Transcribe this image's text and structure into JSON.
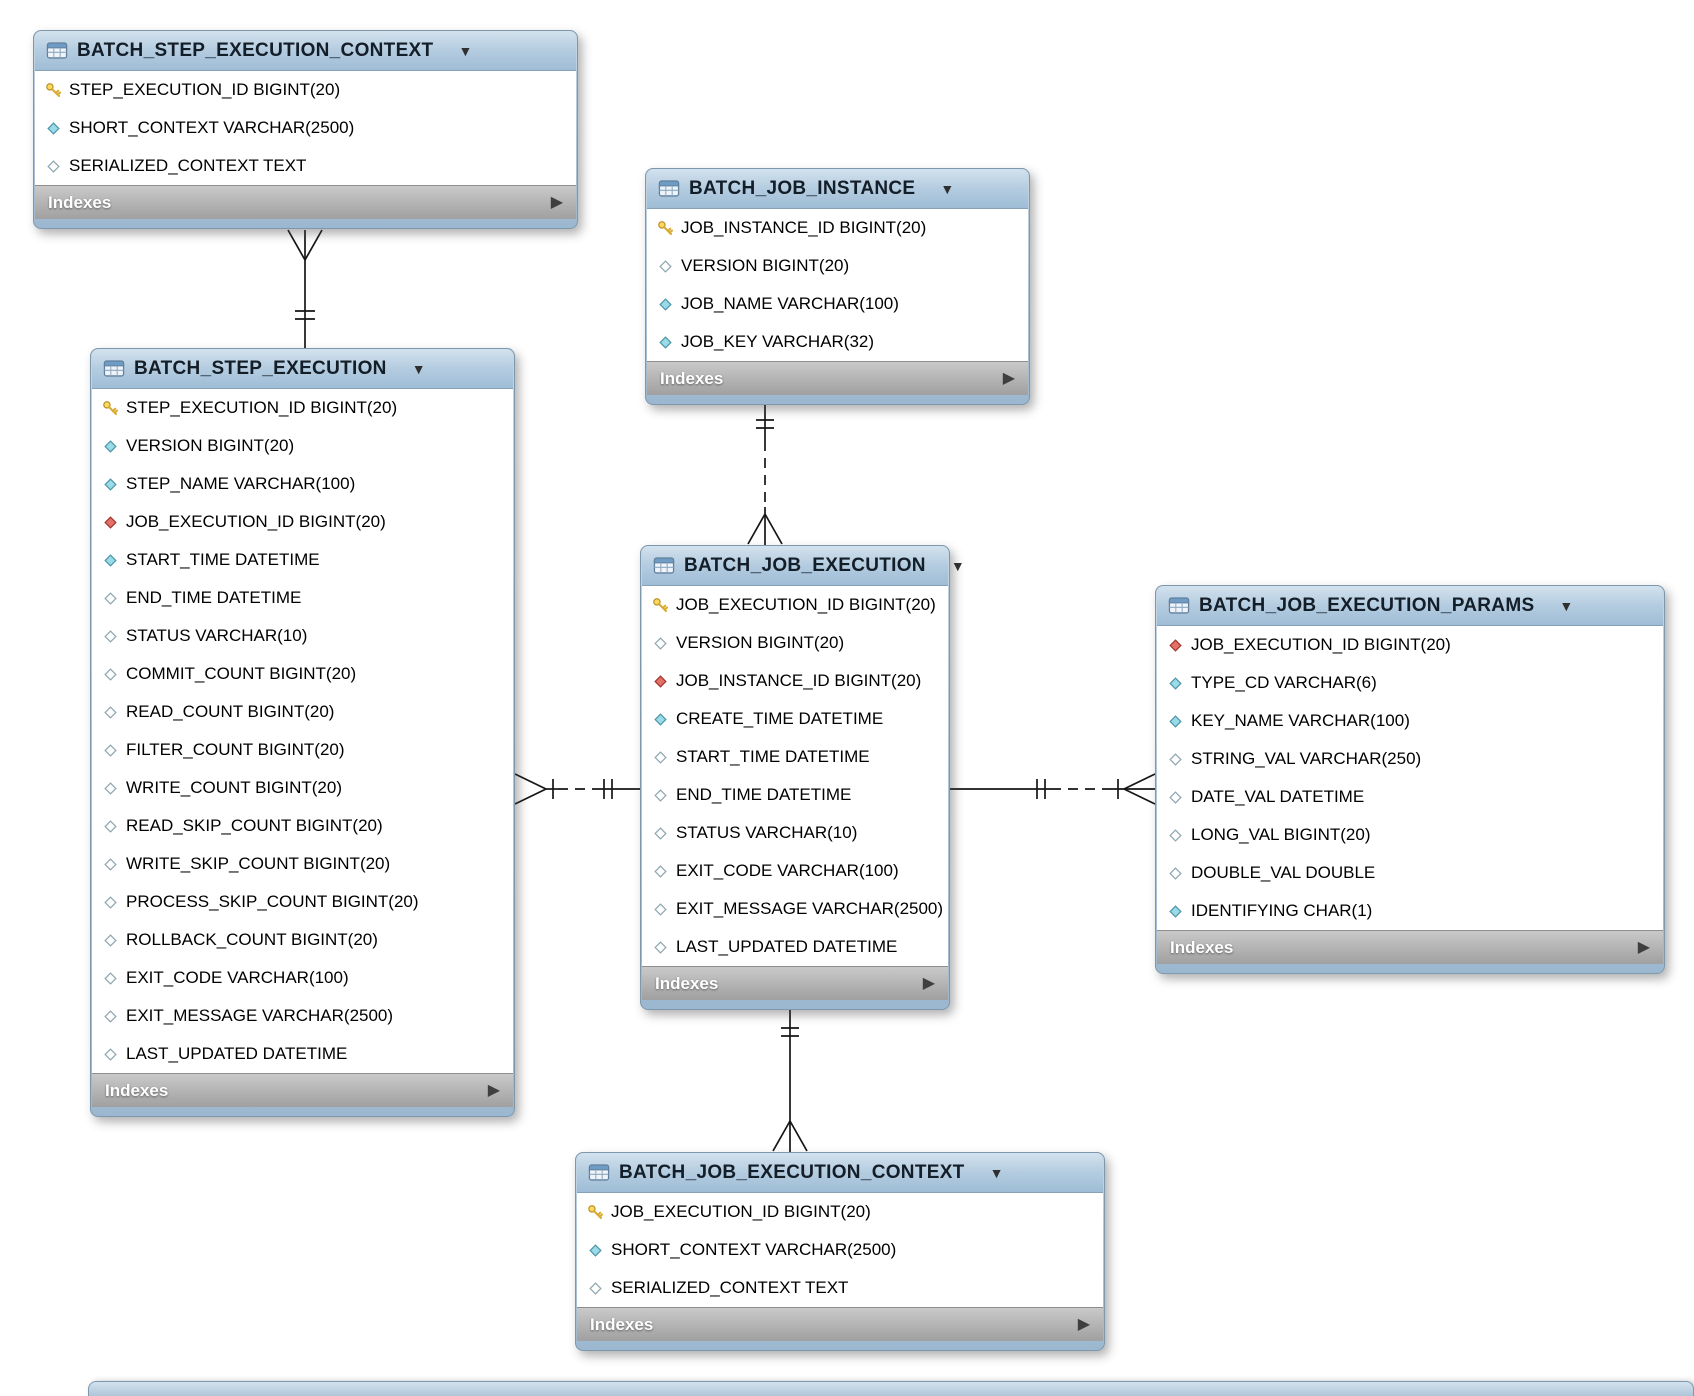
{
  "ui": {
    "indexes_label": "Indexes",
    "collapse_glyph": "▼",
    "footer_arrow": "▶"
  },
  "colors": {
    "table_header": "#aecbdf",
    "table_body": "#ffffff",
    "table_footer": "#b5b5b5",
    "primary_key_icon": "#ffd95e",
    "not_null_diamond": "#9adbe8",
    "nullable_diamond": "#ffffff",
    "foreign_key_diamond": "#e2716a",
    "relationship_line": "#161616"
  },
  "tables": [
    {
      "name": "BATCH_STEP_EXECUTION_CONTEXT",
      "columns": [
        {
          "icon": "primary-key",
          "text": "STEP_EXECUTION_ID BIGINT(20)"
        },
        {
          "icon": "not-null",
          "text": "SHORT_CONTEXT VARCHAR(2500)"
        },
        {
          "icon": "nullable",
          "text": "SERIALIZED_CONTEXT TEXT"
        }
      ]
    },
    {
      "name": "BATCH_JOB_INSTANCE",
      "columns": [
        {
          "icon": "primary-key",
          "text": "JOB_INSTANCE_ID BIGINT(20)"
        },
        {
          "icon": "nullable",
          "text": "VERSION BIGINT(20)"
        },
        {
          "icon": "not-null",
          "text": "JOB_NAME VARCHAR(100)"
        },
        {
          "icon": "not-null",
          "text": "JOB_KEY VARCHAR(32)"
        }
      ]
    },
    {
      "name": "BATCH_STEP_EXECUTION",
      "columns": [
        {
          "icon": "primary-key",
          "text": "STEP_EXECUTION_ID BIGINT(20)"
        },
        {
          "icon": "not-null",
          "text": "VERSION BIGINT(20)"
        },
        {
          "icon": "not-null",
          "text": "STEP_NAME VARCHAR(100)"
        },
        {
          "icon": "foreign-key",
          "text": "JOB_EXECUTION_ID BIGINT(20)"
        },
        {
          "icon": "not-null",
          "text": "START_TIME DATETIME"
        },
        {
          "icon": "nullable",
          "text": "END_TIME DATETIME"
        },
        {
          "icon": "nullable",
          "text": "STATUS VARCHAR(10)"
        },
        {
          "icon": "nullable",
          "text": "COMMIT_COUNT BIGINT(20)"
        },
        {
          "icon": "nullable",
          "text": "READ_COUNT BIGINT(20)"
        },
        {
          "icon": "nullable",
          "text": "FILTER_COUNT BIGINT(20)"
        },
        {
          "icon": "nullable",
          "text": "WRITE_COUNT BIGINT(20)"
        },
        {
          "icon": "nullable",
          "text": "READ_SKIP_COUNT BIGINT(20)"
        },
        {
          "icon": "nullable",
          "text": "WRITE_SKIP_COUNT BIGINT(20)"
        },
        {
          "icon": "nullable",
          "text": "PROCESS_SKIP_COUNT BIGINT(20)"
        },
        {
          "icon": "nullable",
          "text": "ROLLBACK_COUNT BIGINT(20)"
        },
        {
          "icon": "nullable",
          "text": "EXIT_CODE VARCHAR(100)"
        },
        {
          "icon": "nullable",
          "text": "EXIT_MESSAGE VARCHAR(2500)"
        },
        {
          "icon": "nullable",
          "text": "LAST_UPDATED DATETIME"
        }
      ]
    },
    {
      "name": "BATCH_JOB_EXECUTION",
      "columns": [
        {
          "icon": "primary-key",
          "text": "JOB_EXECUTION_ID BIGINT(20)"
        },
        {
          "icon": "nullable",
          "text": "VERSION BIGINT(20)"
        },
        {
          "icon": "foreign-key",
          "text": "JOB_INSTANCE_ID BIGINT(20)"
        },
        {
          "icon": "not-null",
          "text": "CREATE_TIME DATETIME"
        },
        {
          "icon": "nullable",
          "text": "START_TIME DATETIME"
        },
        {
          "icon": "nullable",
          "text": "END_TIME DATETIME"
        },
        {
          "icon": "nullable",
          "text": "STATUS VARCHAR(10)"
        },
        {
          "icon": "nullable",
          "text": "EXIT_CODE VARCHAR(100)"
        },
        {
          "icon": "nullable",
          "text": "EXIT_MESSAGE VARCHAR(2500)"
        },
        {
          "icon": "nullable",
          "text": "LAST_UPDATED DATETIME"
        }
      ]
    },
    {
      "name": "BATCH_JOB_EXECUTION_PARAMS",
      "columns": [
        {
          "icon": "foreign-key",
          "text": "JOB_EXECUTION_ID BIGINT(20)"
        },
        {
          "icon": "not-null",
          "text": "TYPE_CD VARCHAR(6)"
        },
        {
          "icon": "not-null",
          "text": "KEY_NAME VARCHAR(100)"
        },
        {
          "icon": "nullable",
          "text": "STRING_VAL VARCHAR(250)"
        },
        {
          "icon": "nullable",
          "text": "DATE_VAL DATETIME"
        },
        {
          "icon": "nullable",
          "text": "LONG_VAL BIGINT(20)"
        },
        {
          "icon": "nullable",
          "text": "DOUBLE_VAL DOUBLE"
        },
        {
          "icon": "not-null",
          "text": "IDENTIFYING CHAR(1)"
        }
      ]
    },
    {
      "name": "BATCH_JOB_EXECUTION_CONTEXT",
      "columns": [
        {
          "icon": "primary-key",
          "text": "JOB_EXECUTION_ID BIGINT(20)"
        },
        {
          "icon": "not-null",
          "text": "SHORT_CONTEXT VARCHAR(2500)"
        },
        {
          "icon": "nullable",
          "text": "SERIALIZED_CONTEXT TEXT"
        }
      ]
    }
  ],
  "relationships": [
    {
      "name": "batch_step_execution_context to batch_step_execution",
      "line": "solid",
      "crow_foot_end": "BATCH_STEP_EXECUTION_CONTEXT",
      "one_end": "BATCH_STEP_EXECUTION"
    },
    {
      "name": "batch_job_instance to batch_job_execution",
      "line": "dashed",
      "crow_foot_end": "BATCH_JOB_EXECUTION",
      "one_end": "BATCH_JOB_INSTANCE"
    },
    {
      "name": "batch_step_execution to batch_job_execution",
      "line": "dashed",
      "crow_foot_end": "BATCH_STEP_EXECUTION",
      "one_end": "BATCH_JOB_EXECUTION"
    },
    {
      "name": "batch_job_execution_params to batch_job_execution",
      "line": "dashed",
      "crow_foot_end": "BATCH_JOB_EXECUTION_PARAMS",
      "one_end": "BATCH_JOB_EXECUTION"
    },
    {
      "name": "batch_job_execution to batch_job_execution_context",
      "line": "solid",
      "crow_foot_end": "BATCH_JOB_EXECUTION_CONTEXT",
      "one_end": "BATCH_JOB_EXECUTION"
    }
  ]
}
